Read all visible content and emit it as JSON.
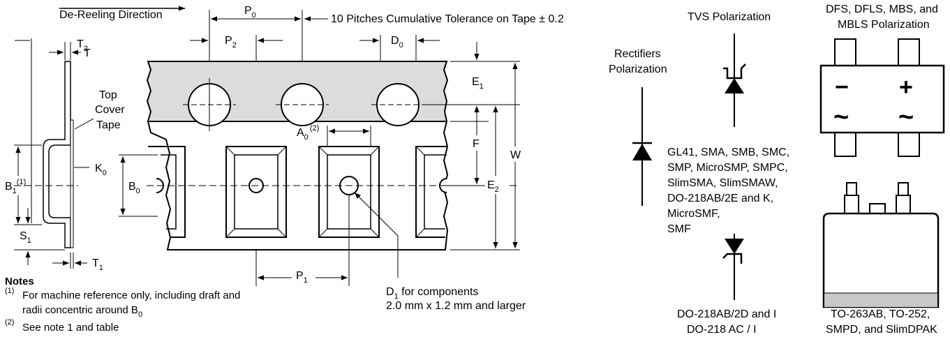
{
  "tape": {
    "direction": "De-Reeling Direction",
    "p0": "P",
    "p0_sub": "0",
    "cumulative_tolerance": "10 Pitches Cumulative Tolerance on Tape ± 0.2",
    "p2": "P",
    "p2_sub": "2",
    "d0": "D",
    "d0_sub": "0",
    "e1": "E",
    "e1_sub": "1",
    "a0": "A",
    "a0_sub": "0",
    "a0_sup": "(2)",
    "f": "F",
    "w": "W",
    "e2": "E",
    "e2_sub": "2",
    "b0": "B",
    "b0_sub": "0",
    "p1": "P",
    "p1_sub": "1",
    "d1": "D",
    "d1_sub": "1",
    "d1_line1_rest": " for components",
    "d1_line2": "2.0 mm x 1.2 mm and larger"
  },
  "side_view": {
    "t2": "T",
    "t2_sub": "2",
    "t": "T",
    "top_cover": [
      "Top",
      "Cover",
      "Tape"
    ],
    "k0": "K",
    "k0_sub": "0",
    "b1": "B",
    "b1_sub": "1",
    "b1_sup": "(1)",
    "s1": "S",
    "s1_sub": "1",
    "t1": "T",
    "t1_sub": "1"
  },
  "notes": {
    "title": "Notes",
    "n1_mark": "(1)",
    "n1_line1": "For machine reference only, including draft and",
    "n1_line2": "radii concentric around B",
    "n1_line2_sub": "0",
    "n2_mark": "(2)",
    "n2_line1": "See note 1 and table"
  },
  "polarization": {
    "rectifiers_line1": "Rectifiers",
    "rectifiers_line2": "Polarization",
    "tvs": "TVS Polarization",
    "bridge_line1": "DFS, DFLS, MBS, and",
    "bridge_line2": "MBLS Polarization",
    "packages": [
      "GL41, SMA, SMB, SMC,",
      "SMP, MicroSMP, SMPC,",
      "SlimSMA, SlimSMAW,",
      "DO-218AB/2E and K,",
      "MicroSMF,",
      "SMF"
    ],
    "tvs_bottom_line1": "DO-218AB/2D and I",
    "tvs_bottom_line2": "DO-218 AC / I",
    "bridge_minus": "−",
    "bridge_plus": "+",
    "bridge_ac": "~",
    "dpak_line1": "TO-263AB, TO-252,",
    "dpak_line2": "SMPD, and SlimDPAK"
  }
}
